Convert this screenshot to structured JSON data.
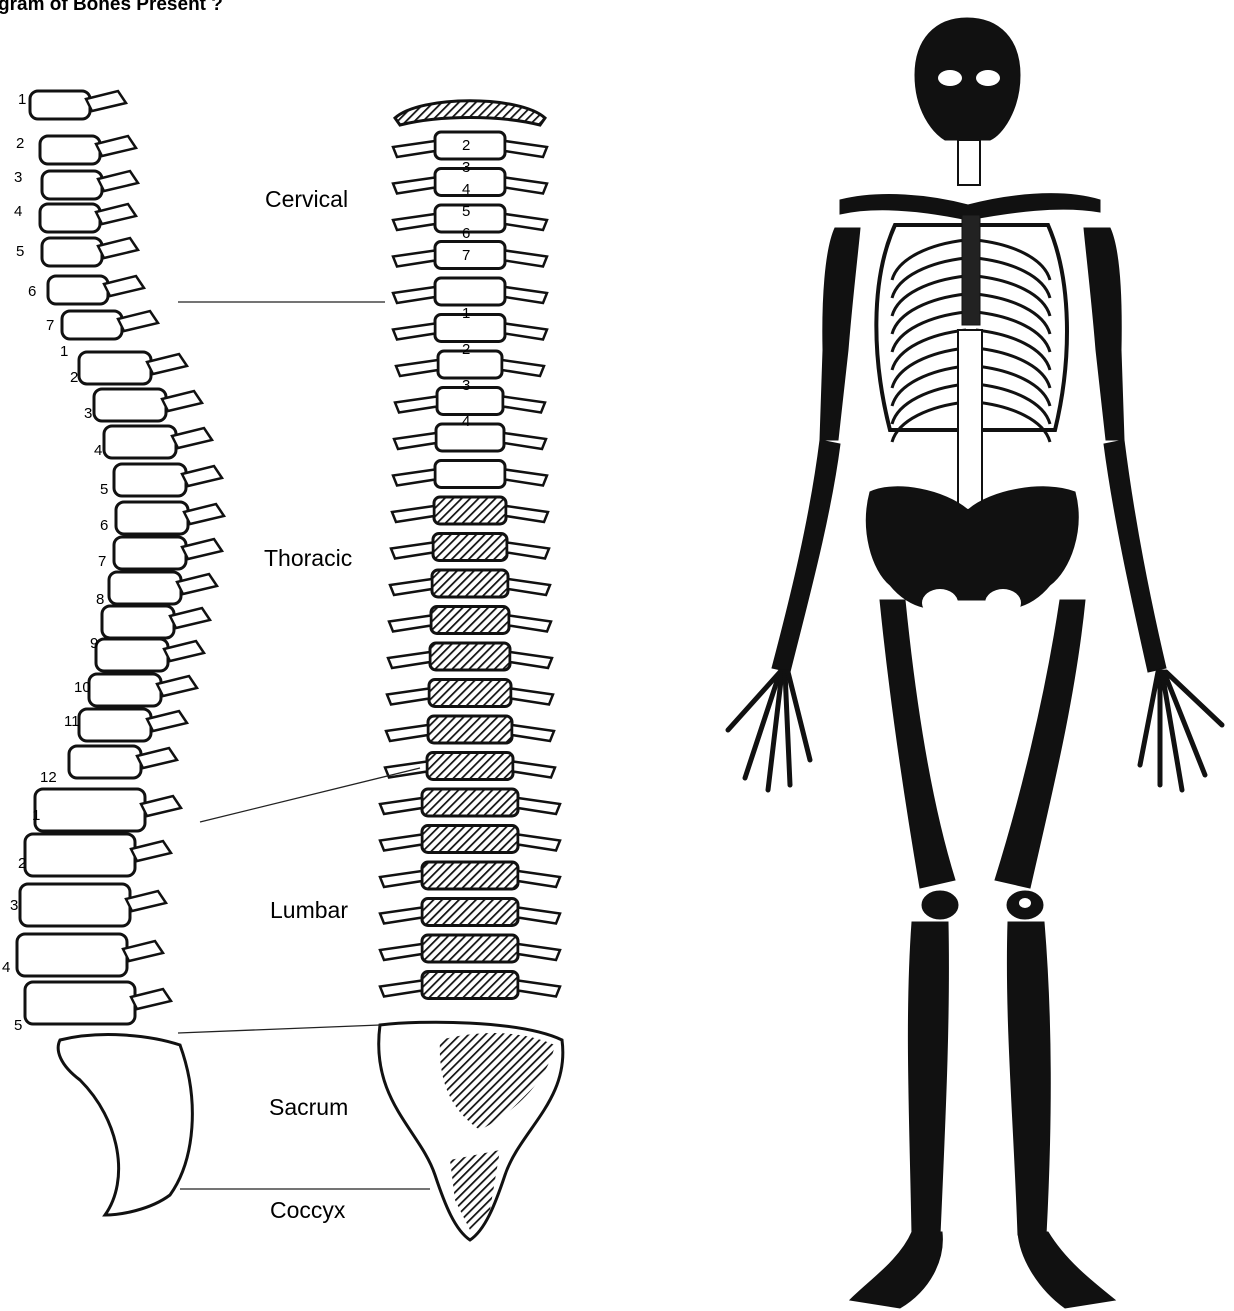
{
  "title": "gram of Bones Present ?",
  "regions": {
    "cervical": "Cervical",
    "thoracic": "Thoracic",
    "lumbar": "Lumbar",
    "sacrum": "Sacrum",
    "coccyx": "Coccyx"
  },
  "side_numbers": {
    "cervical": [
      "1",
      "2",
      "3",
      "4",
      "5",
      "6",
      "7"
    ],
    "thoracic": [
      "1",
      "2",
      "3",
      "4",
      "5",
      "6",
      "7",
      "8",
      "9",
      "10",
      "11",
      "12"
    ],
    "lumbar": [
      "1",
      "2",
      "3",
      "4",
      "5"
    ]
  },
  "front_numbers": {
    "cervical": [
      "2",
      "3",
      "4",
      "5",
      "6",
      "7"
    ],
    "thoracic": [
      "1",
      "2",
      "3",
      "4"
    ]
  },
  "colors": {
    "ink": "#111111",
    "paper": "#ffffff",
    "shade": "#3a3a3a"
  }
}
